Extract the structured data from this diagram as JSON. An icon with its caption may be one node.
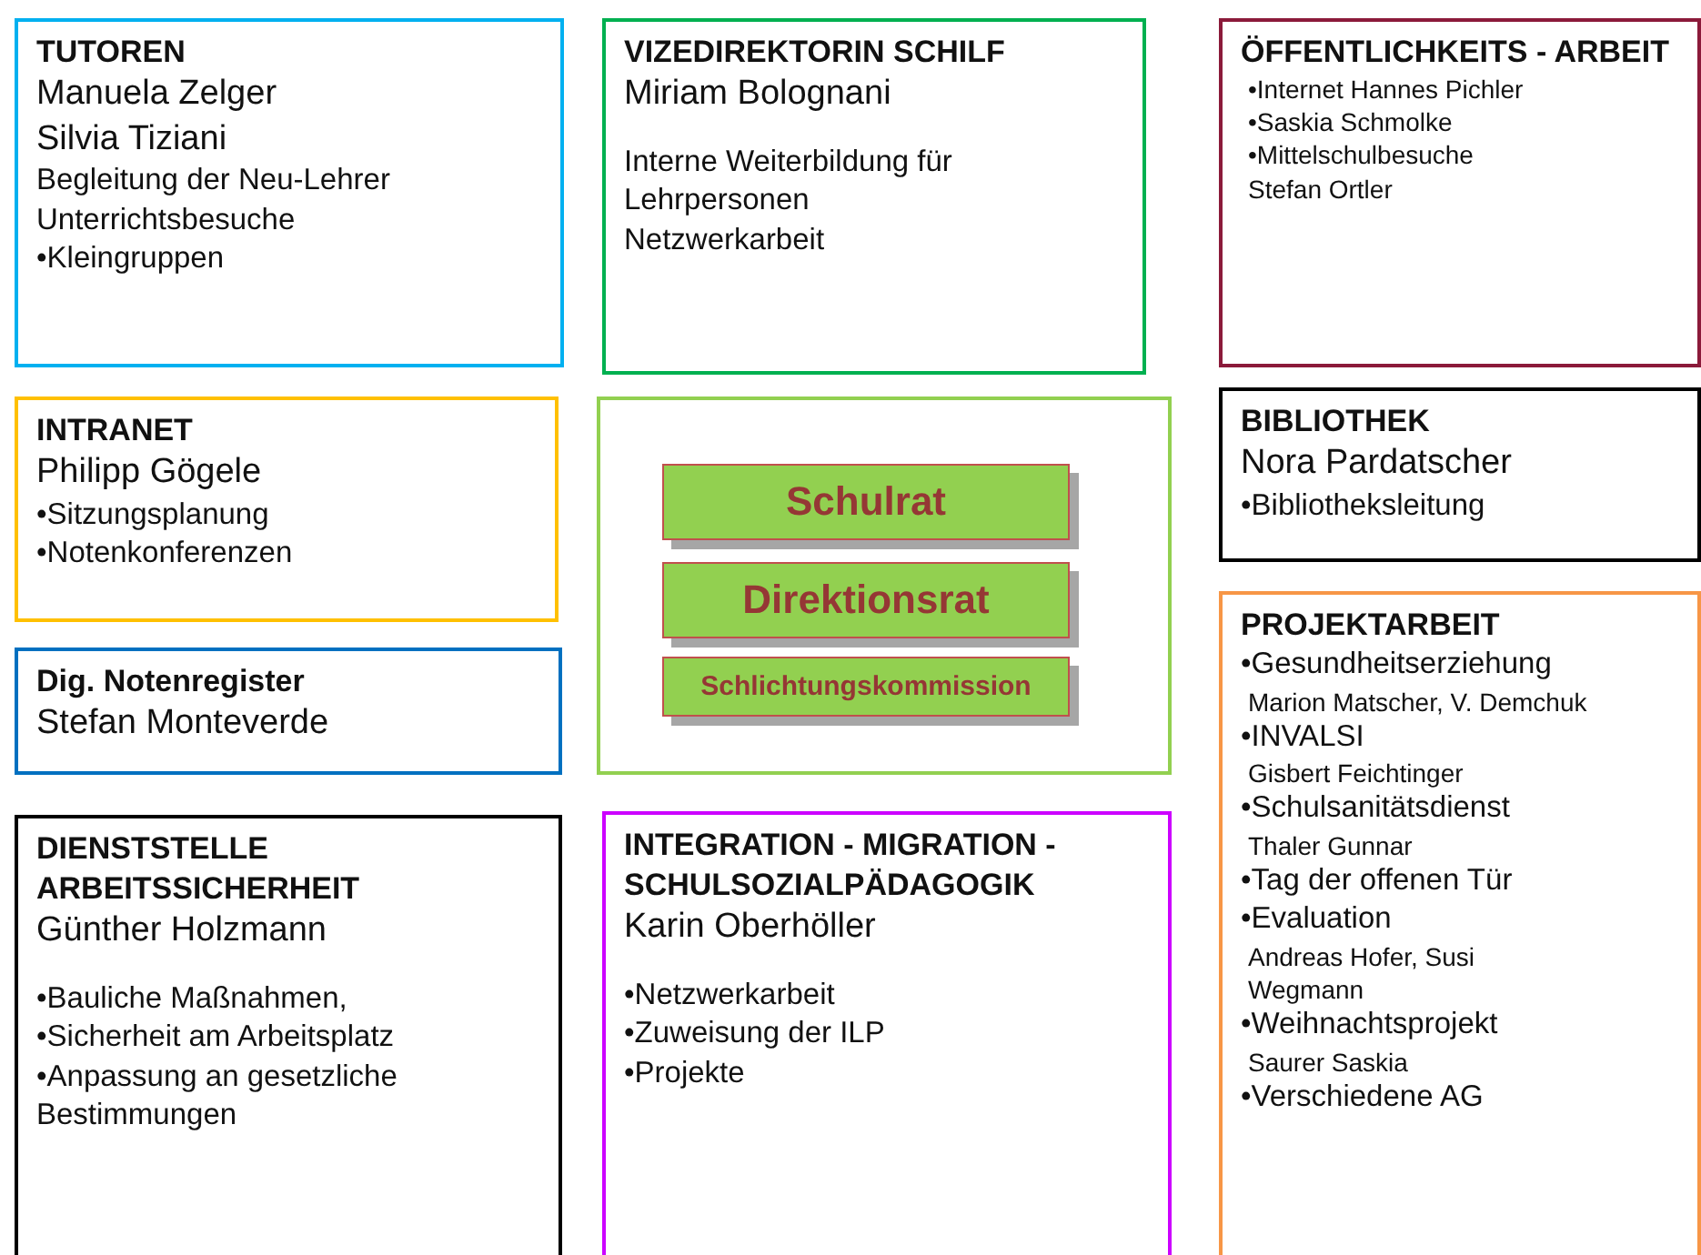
{
  "diagram": {
    "nodes": [
      {
        "text": [
          "TUTOREN",
          "Manuela Zelger",
          "Silvia Tiziani",
          "Begleitung der Neu-Lehrer",
          "Unterrichtsbesuche",
          "•Kleingruppen"
        ]
      },
      {
        "text": [
          "VIZEDIREKTORIN SCHILF",
          "Miriam Bolognani",
          "Interne Weiterbildung für Lehrpersonen",
          "Netzwerkarbeit"
        ]
      },
      {
        "text": [
          "ÖFFENTLICHKEITS - ARBEIT",
          "•Internet Hannes Pichler",
          "•Saskia Schmolke",
          "•Mittelschulbesuche",
          "Stefan Ortler"
        ]
      },
      {
        "text": [
          "INTRANET",
          "Philipp Gögele",
          "•Sitzungsplanung",
          "•Notenkonferenzen"
        ]
      },
      {
        "text": [],
        "shape": "box"
      },
      {
        "text": [
          "Schulrat"
        ],
        "in": 4
      },
      {
        "text": [
          "Direktionsrat"
        ],
        "in": 4
      },
      {
        "text": [
          "Schlichtungskommission"
        ],
        "in": 4
      },
      {
        "text": [
          "BIBLIOTHEK",
          "Nora Pardatscher",
          "•Bibliotheksleitung"
        ]
      },
      {
        "text": [
          "Dig. Notenregister",
          "Stefan Monteverde"
        ]
      },
      {
        "text": [
          "PROJEKTARBEIT",
          "•Gesundheitserziehung",
          "Marion Matscher, V. Demchuk",
          "•INVALSI",
          "Gisbert Feichtinger",
          "•Schulsanitätsdienst",
          "Thaler Gunnar",
          "•Tag der offenen Tür",
          "•Evaluation",
          "Andreas Hofer, Susi Wegmann",
          "•Weihnachtsprojekt",
          "Saurer Saskia",
          "•Verschiedene AG"
        ]
      },
      {
        "text": [
          "DIENSTSTELLE ARBEITSSICHERHEIT",
          "Günther Holzmann",
          "•Bauliche Maßnahmen,",
          "•Sicherheit am Arbeitsplatz",
          "•Anpassung an gesetzliche Bestimmungen"
        ]
      },
      {
        "text": [
          "INTEGRATION - MIGRATION - SCHULSOZIALPÄDAGOGIK",
          "Karin Oberhöller",
          "•Netzwerkarbeit",
          "•Zuweisung der ILP",
          "•Projekte"
        ]
      }
    ]
  }
}
